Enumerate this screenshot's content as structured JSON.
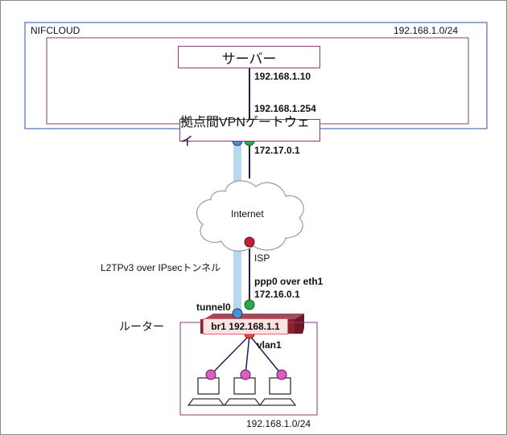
{
  "cloud_region": {
    "name": "NIFCLOUD",
    "subnet": "192.168.1.0/24"
  },
  "server": {
    "label": "サーバー",
    "ip": "192.168.1.10"
  },
  "vpn_gateway": {
    "label": "拠点間VPNゲートウェイ",
    "lan_ip": "192.168.1.254",
    "wan_ip": "172.17.0.1"
  },
  "internet": {
    "label": "Internet",
    "isp_label": "ISP"
  },
  "tunnel": {
    "label": "L2TPv3 over IPsecトンネル",
    "interface": "tunnel0"
  },
  "router": {
    "label": "ルーター",
    "wan_interface": "ppp0 over eth1",
    "wan_ip": "172.16.0.1",
    "bridge": "br1 192.168.1.1",
    "vlan": "vlan1"
  },
  "local_network": {
    "subnet": "192.168.1.0/24",
    "device_count": 3
  },
  "colors": {
    "blue_frame": "#2f4f9e",
    "purple": "#8b3a7a",
    "tunnel": "#b7d9ee",
    "node_green": "#2aa84a",
    "node_blue": "#4d8fd6",
    "node_red": "#c0203a",
    "node_pink": "#d85fbf"
  }
}
